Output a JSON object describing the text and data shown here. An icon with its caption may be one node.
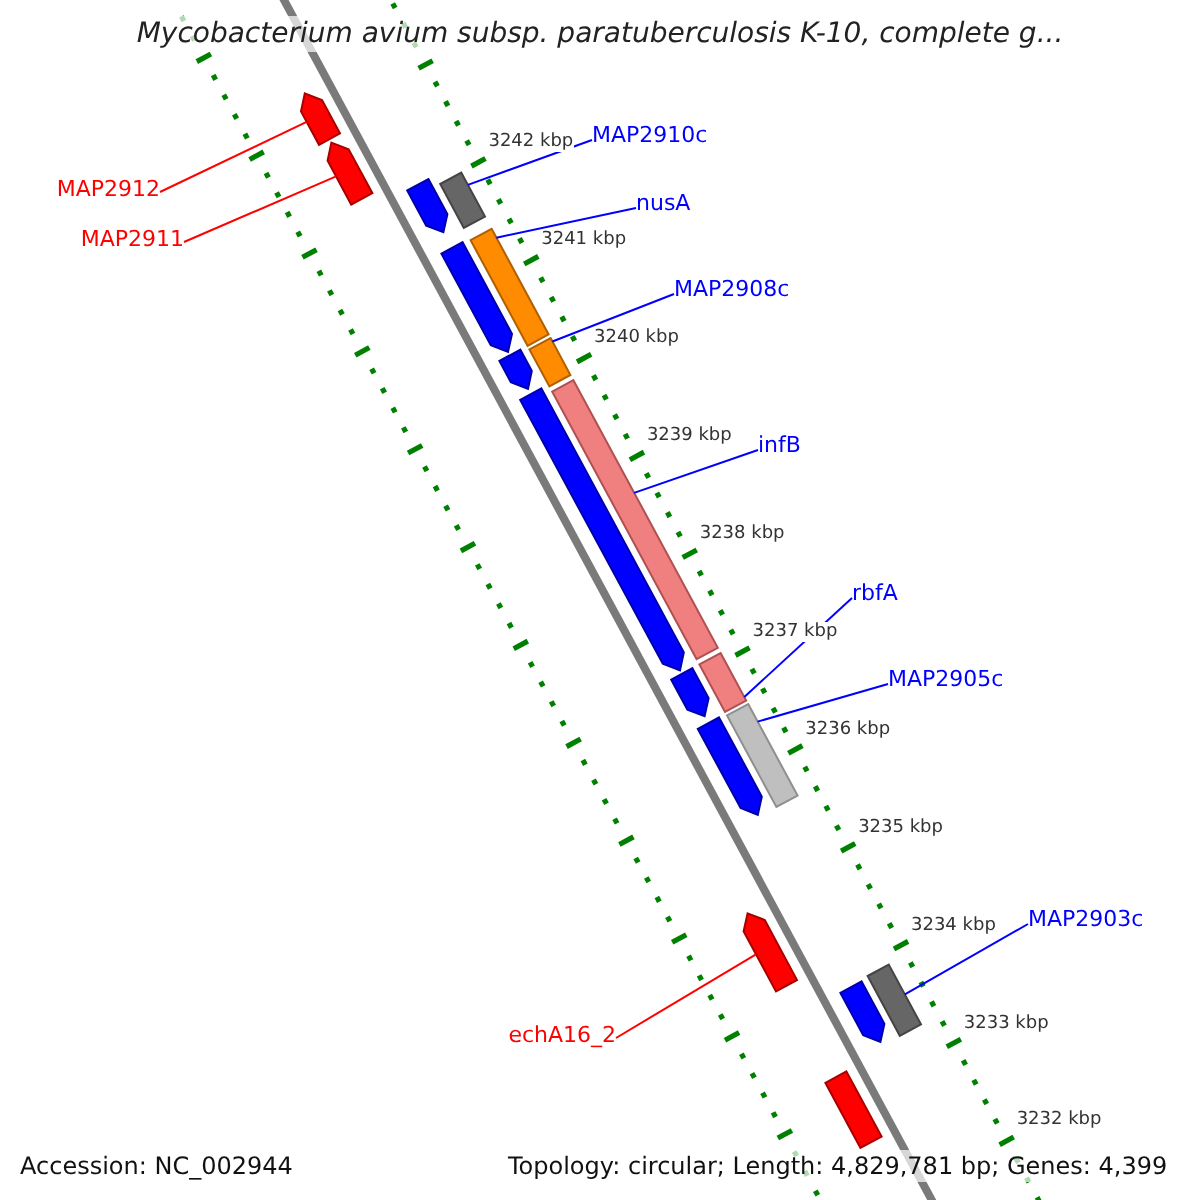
{
  "diagram": {
    "title": "Mycobacterium avium subsp. paratuberculosis K-10, complete g...",
    "nodes": [
      {
        "text": [
          "MAP2910c"
        ]
      },
      {
        "text": [
          "MAP2912"
        ]
      },
      {
        "text": [
          "nusA"
        ]
      },
      {
        "text": [
          "MAP2911"
        ]
      },
      {
        "text": [
          "MAP2908c"
        ]
      },
      {
        "text": [
          "infB"
        ]
      },
      {
        "text": [
          "rbfA"
        ]
      },
      {
        "text": [
          "MAP2905c"
        ]
      },
      {
        "text": [
          "MAP2903c"
        ]
      },
      {
        "text": [
          "echA16_2"
        ]
      },
      {
        "text": [],
        "shape": "arrow"
      },
      {
        "text": [],
        "shape": "arrow"
      },
      {
        "text": [],
        "shape": "bar"
      },
      {
        "text": [],
        "shape": "bar"
      },
      {
        "text": [],
        "shape": "bar"
      },
      {
        "text": [],
        "shape": "bar"
      },
      {
        "text": [],
        "shape": "bar"
      },
      {
        "text": [],
        "shape": "bar"
      },
      {
        "text": [],
        "shape": "arrow"
      },
      {
        "text": [],
        "shape": "bar"
      },
      {
        "text": [],
        "shape": "arrow"
      },
      {
        "text": [],
        "shape": "arrow"
      },
      {
        "text": [],
        "shape": "arrow"
      },
      {
        "text": [],
        "shape": "arrow"
      },
      {
        "text": [],
        "shape": "arrow"
      },
      {
        "text": [],
        "shape": "arrow"
      },
      {
        "text": [],
        "shape": "arrow"
      },
      {
        "text": [],
        "shape": "bar"
      }
    ],
    "edges": [
      {
        "from": 0,
        "to": 12,
        "arrow": "none"
      },
      {
        "from": 1,
        "to": 10,
        "arrow": "none",
        "color": "#ff0000"
      },
      {
        "from": 2,
        "to": 13,
        "arrow": "none"
      },
      {
        "from": 3,
        "to": 11,
        "arrow": "none",
        "color": "#ff0000"
      },
      {
        "from": 4,
        "to": 14,
        "arrow": "none"
      },
      {
        "from": 5,
        "to": 15,
        "arrow": "none"
      },
      {
        "from": 6,
        "to": 16,
        "arrow": "none"
      },
      {
        "from": 7,
        "to": 17,
        "arrow": "none"
      },
      {
        "from": 8,
        "to": 19,
        "arrow": "none"
      },
      {
        "from": 9,
        "to": 18,
        "arrow": "none",
        "color": "#ff0000"
      }
    ],
    "labels": [
      "3242 kbp",
      "3241 kbp",
      "3240 kbp",
      "3239 kbp",
      "3238 kbp",
      "3237 kbp",
      "3236 kbp",
      "3235 kbp",
      "3234 kbp",
      "3233 kbp",
      "3232 kbp",
      "Accession: NC_002944",
      "Topology: circular; Length: 4,829,781 bp; Genes: 4,399"
    ]
  }
}
